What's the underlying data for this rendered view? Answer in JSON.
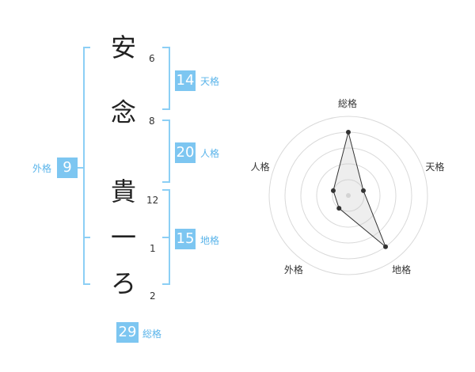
{
  "name": {
    "characters": [
      {
        "char": "安",
        "strokes": "6"
      },
      {
        "char": "念",
        "strokes": "8"
      },
      {
        "char": "貴",
        "strokes": "12"
      },
      {
        "char": "一",
        "strokes": "1"
      },
      {
        "char": "ろ",
        "strokes": "2"
      }
    ]
  },
  "fortunes": {
    "tenkaku": {
      "value": "14",
      "label": "天格"
    },
    "jinkaku": {
      "value": "20",
      "label": "人格"
    },
    "chikaku": {
      "value": "15",
      "label": "地格"
    },
    "gaikaku": {
      "value": "9",
      "label": "外格"
    },
    "soukaku": {
      "value": "29",
      "label": "総格"
    }
  },
  "colors": {
    "accent": "#7dc6f1",
    "accent_text": "#5ab4ea",
    "bracket": "#8ccff5"
  },
  "chart_data": {
    "type": "radar",
    "axes": [
      "総格",
      "天格",
      "地格",
      "外格",
      "人格"
    ],
    "values": [
      4,
      1,
      4,
      1,
      1
    ],
    "max": 5,
    "rings": 4
  }
}
